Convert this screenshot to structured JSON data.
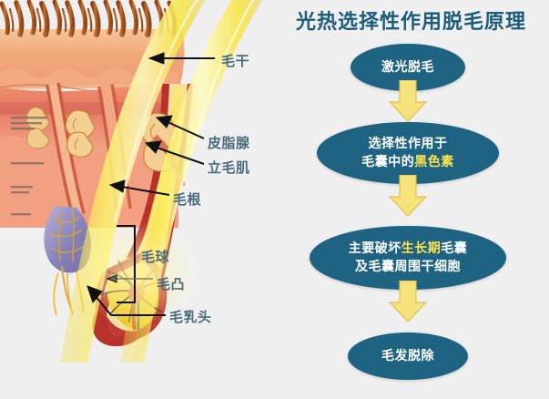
{
  "background_color": "#efeff0",
  "illustration": {
    "name": "hair-follicle-anatomy-cross-section",
    "description": "Cross-section of skin with hair follicle and yellow laser beams",
    "colors": {
      "skin_surface": "#f0a878",
      "dermis": "#ef8f6d",
      "deep_dermis": "#e07a6a",
      "hair_strand": "#c1652a",
      "laser_beam": "#f7e948",
      "follicle_sheath": "#b8322c",
      "bulb_core": "#f6d63c",
      "vessel": "#8b86c0",
      "gland": "#f2c98a"
    },
    "callouts": [
      {
        "key": "hair-shaft",
        "text": "毛干",
        "type": "arrow"
      },
      {
        "key": "sebaceous-gland",
        "text": "皮脂腺",
        "type": "arrow"
      },
      {
        "key": "arrector-pili",
        "text": "立毛肌",
        "type": "arrow"
      },
      {
        "key": "hair-root",
        "text": "毛根",
        "type": "arrow"
      },
      {
        "key": "hair-bulb",
        "text": "毛球",
        "type": "bracket"
      },
      {
        "key": "bulge",
        "text": "毛凸",
        "type": "line"
      },
      {
        "key": "dermal-papilla",
        "text": "毛乳头",
        "type": "arrow"
      }
    ]
  },
  "flowchart": {
    "title": "光热选择性作用脱毛原理",
    "title_color": "#1d5b7a",
    "node_color": "#1f6382",
    "node_text_color": "#ffffff",
    "highlight_color": "#ffe44d",
    "arrow_color": "#f5e27a",
    "nodes": [
      {
        "key": "laser-hair-removal",
        "lines": [
          {
            "segments": [
              {
                "text": "激光脱毛",
                "highlight": false
              }
            ]
          }
        ]
      },
      {
        "key": "selective-action-melanin",
        "lines": [
          {
            "segments": [
              {
                "text": "选择性作用于",
                "highlight": false
              }
            ]
          },
          {
            "segments": [
              {
                "text": "毛囊中的",
                "highlight": false
              },
              {
                "text": "黑色素",
                "highlight": true
              }
            ]
          }
        ]
      },
      {
        "key": "destroy-anagen-follicle",
        "lines": [
          {
            "segments": [
              {
                "text": "主要破坏",
                "highlight": false
              },
              {
                "text": "生长期",
                "highlight": true
              },
              {
                "text": "毛囊",
                "highlight": false
              }
            ]
          },
          {
            "segments": [
              {
                "text": "及毛囊周围干细胞",
                "highlight": false
              }
            ]
          }
        ]
      },
      {
        "key": "hair-removed",
        "lines": [
          {
            "segments": [
              {
                "text": "毛发脱除",
                "highlight": false
              }
            ]
          }
        ]
      }
    ],
    "connectors": [
      {
        "key": "connector-1",
        "icon": "down-arrow-icon"
      },
      {
        "key": "connector-2",
        "icon": "down-arrow-icon"
      },
      {
        "key": "connector-3",
        "icon": "down-arrow-icon"
      }
    ]
  }
}
